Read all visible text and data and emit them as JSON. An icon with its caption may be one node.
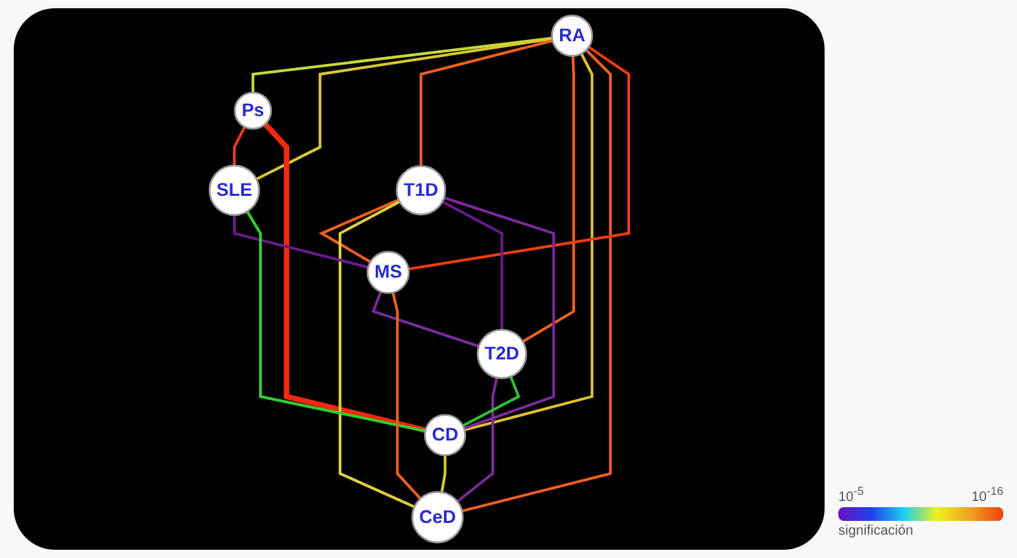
{
  "diagram": {
    "nodes": [
      {
        "text": [
          "RA"
        ]
      },
      {
        "text": [
          "Ps"
        ]
      },
      {
        "text": [
          "SLE"
        ]
      },
      {
        "text": [
          "T1D"
        ]
      },
      {
        "text": [
          "MS"
        ]
      },
      {
        "text": [
          "T2D"
        ]
      },
      {
        "text": [
          "CeD"
        ]
      },
      {
        "text": [
          "CD"
        ]
      }
    ],
    "edges": [
      {
        "from": 0,
        "to": 1,
        "arrow": "none",
        "color": "#c8d83a"
      },
      {
        "from": 0,
        "to": 2,
        "arrow": "none",
        "color": "#d8c830"
      },
      {
        "from": 0,
        "to": 3,
        "arrow": "none"
      },
      {
        "from": 0,
        "to": 5,
        "arrow": "none"
      },
      {
        "from": 0,
        "to": 7,
        "arrow": "none",
        "color": "#e0c030"
      },
      {
        "from": 0,
        "to": 6,
        "arrow": "none"
      },
      {
        "from": 0,
        "to": 4,
        "arrow": "none",
        "color": "#f03c10"
      },
      {
        "from": 1,
        "to": 2,
        "arrow": "none",
        "color": "#f03c10"
      },
      {
        "from": 1,
        "to": 7,
        "arrow": "none",
        "style": "thick",
        "color": "#f02a10"
      },
      {
        "from": 3,
        "to": 4,
        "arrow": "none"
      },
      {
        "from": 3,
        "to": 6,
        "arrow": "none",
        "color": "#e0d040"
      },
      {
        "from": 3,
        "to": 5,
        "arrow": "none",
        "color": "#6a1a8a"
      },
      {
        "from": 3,
        "to": 7,
        "arrow": "none",
        "color": "#7a2a9a"
      },
      {
        "from": 2,
        "to": 4,
        "arrow": "none",
        "color": "#6a1a8a"
      },
      {
        "from": 2,
        "to": 7,
        "arrow": "none",
        "color": "#30d030"
      },
      {
        "from": 4,
        "to": 5,
        "arrow": "none",
        "color": "#7a2a9a"
      },
      {
        "from": 4,
        "to": 6,
        "arrow": "none"
      },
      {
        "from": 5,
        "to": 6,
        "arrow": "none",
        "color": "#7a2a9a"
      },
      {
        "from": 5,
        "to": 7,
        "arrow": "none",
        "color": "#30c030"
      },
      {
        "from": 7,
        "to": 6,
        "arrow": "none",
        "color": "#d8c830"
      }
    ],
    "labels": [
      "10$^{-5}$",
      "10$^{-16}$",
      "significación"
    ]
  }
}
